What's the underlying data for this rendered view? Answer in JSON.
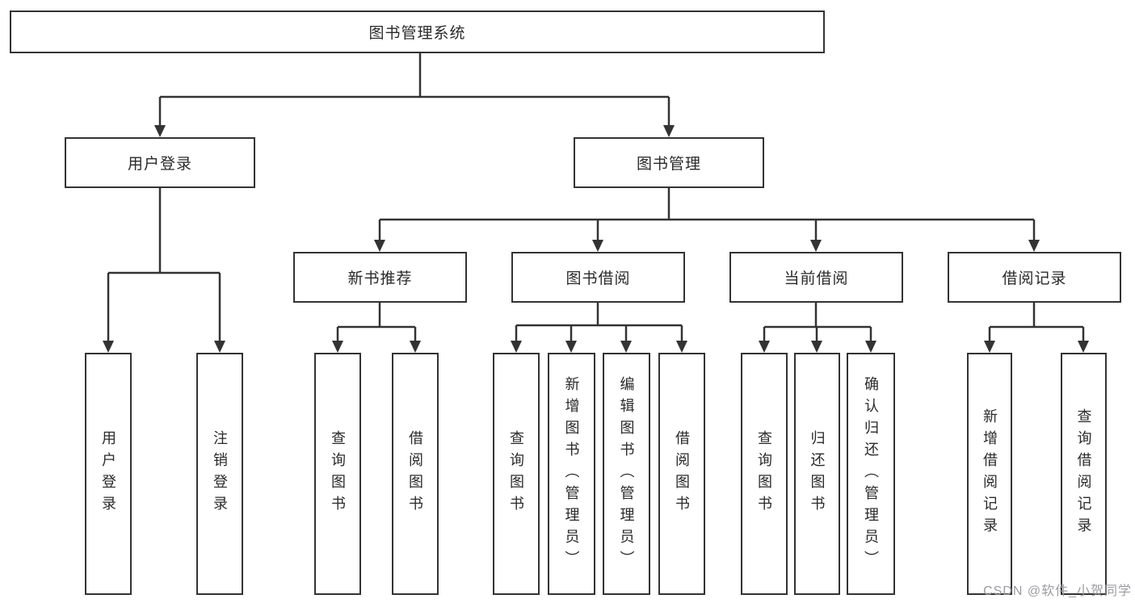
{
  "watermark": "CSDN @软件_小贺同学",
  "colors": {
    "line": "#333333",
    "box_border": "#333333",
    "text": "#2a2a2a",
    "background": "#ffffff",
    "watermark": "#9c9ca1"
  },
  "tree": {
    "root": {
      "label": "图书管理系统"
    },
    "branches": [
      {
        "label": "用户登录",
        "children": [
          {
            "label": "用户登录"
          },
          {
            "label": "注销登录"
          }
        ]
      },
      {
        "label": "图书管理",
        "children": [
          {
            "label": "新书推荐",
            "children": [
              {
                "label": "查询图书"
              },
              {
                "label": "借阅图书"
              }
            ]
          },
          {
            "label": "图书借阅",
            "children": [
              {
                "label": "查询图书"
              },
              {
                "label": "新增图书（管理员）"
              },
              {
                "label": "编辑图书（管理员）"
              },
              {
                "label": "借阅图书"
              }
            ]
          },
          {
            "label": "当前借阅",
            "children": [
              {
                "label": "查询图书"
              },
              {
                "label": "归还图书"
              },
              {
                "label": "确认归还（管理员）"
              }
            ]
          },
          {
            "label": "借阅记录",
            "children": [
              {
                "label": "新增借阅记录"
              },
              {
                "label": "查询借阅记录"
              }
            ]
          }
        ]
      }
    ]
  }
}
